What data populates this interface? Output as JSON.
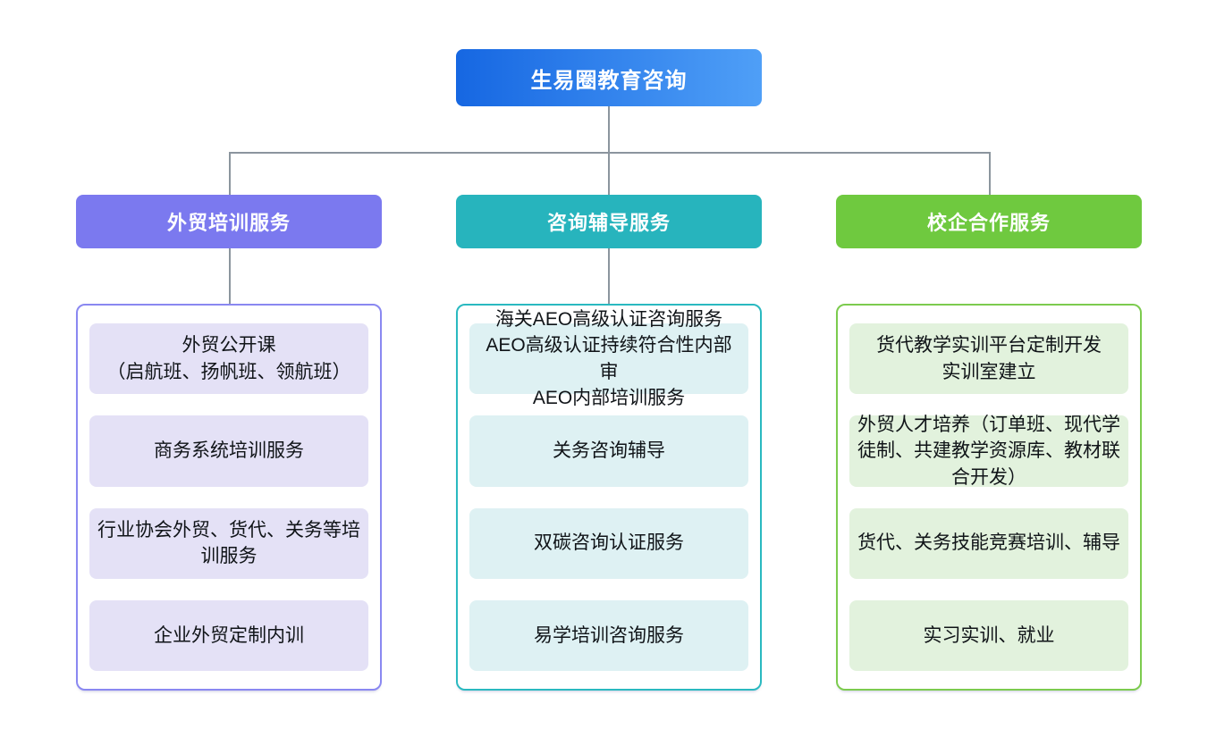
{
  "diagram": {
    "root": {
      "label": "生易圈教育咨询",
      "gradient_from": "#1667e2",
      "gradient_to": "#4f9ff7",
      "text_color": "#ffffff"
    },
    "connector_color": "#8b959e",
    "branches": [
      {
        "label": "外贸培训服务",
        "color": "#7b79ef",
        "border_color": "#8a88f1",
        "item_bg": "#e4e1f6",
        "items": [
          "外贸公开课\n（启航班、扬帆班、领航班）",
          "商务系统培训服务",
          "行业协会外贸、货代、关务等培训服务",
          "企业外贸定制内训"
        ]
      },
      {
        "label": "咨询辅导服务",
        "color": "#27b4bd",
        "border_color": "#2ab9c0",
        "item_bg": "#def1f3",
        "items": [
          "海关AEO高级认证咨询服务\nAEO高级认证持续符合性内部审\nAEO内部培训服务",
          "关务咨询辅导",
          "双碳咨询认证服务",
          "易学培训咨询服务"
        ]
      },
      {
        "label": "校企合作服务",
        "color": "#6fc93f",
        "border_color": "#7ccb4e",
        "item_bg": "#e2f2dd",
        "items": [
          "货代教学实训平台定制开发\n实训室建立",
          "外贸人才培养（订单班、现代学徒制、共建教学资源库、教材联合开发）",
          "货代、关务技能竞赛培训、辅导",
          "实习实训、就业"
        ]
      }
    ]
  }
}
